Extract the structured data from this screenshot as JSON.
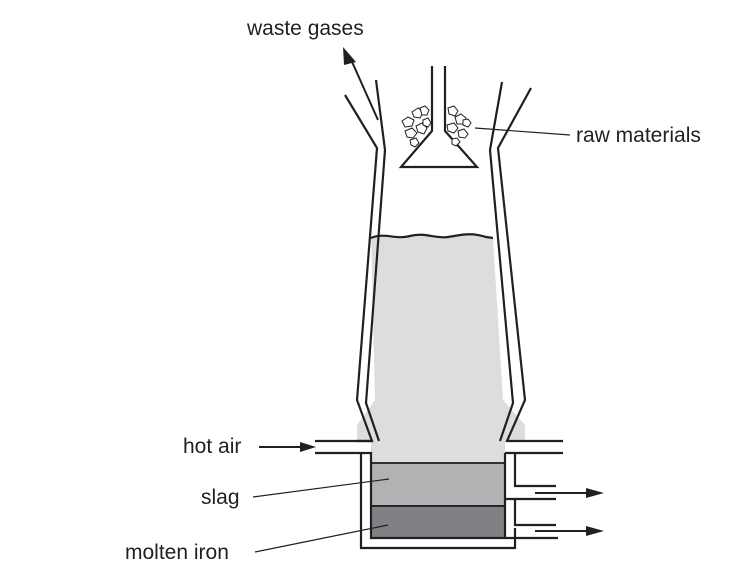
{
  "title": "Blast furnace",
  "labels": {
    "waste_gases": "waste gases",
    "raw_materials": "raw materials",
    "hot_air": "hot air",
    "slag": "slag",
    "molten_iron": "molten iron"
  },
  "colors": {
    "line": "#231f20",
    "charge": "#dcdddf",
    "slag": "#b1b2b4",
    "molten_iron": "#808184",
    "background": "#ffffff"
  }
}
